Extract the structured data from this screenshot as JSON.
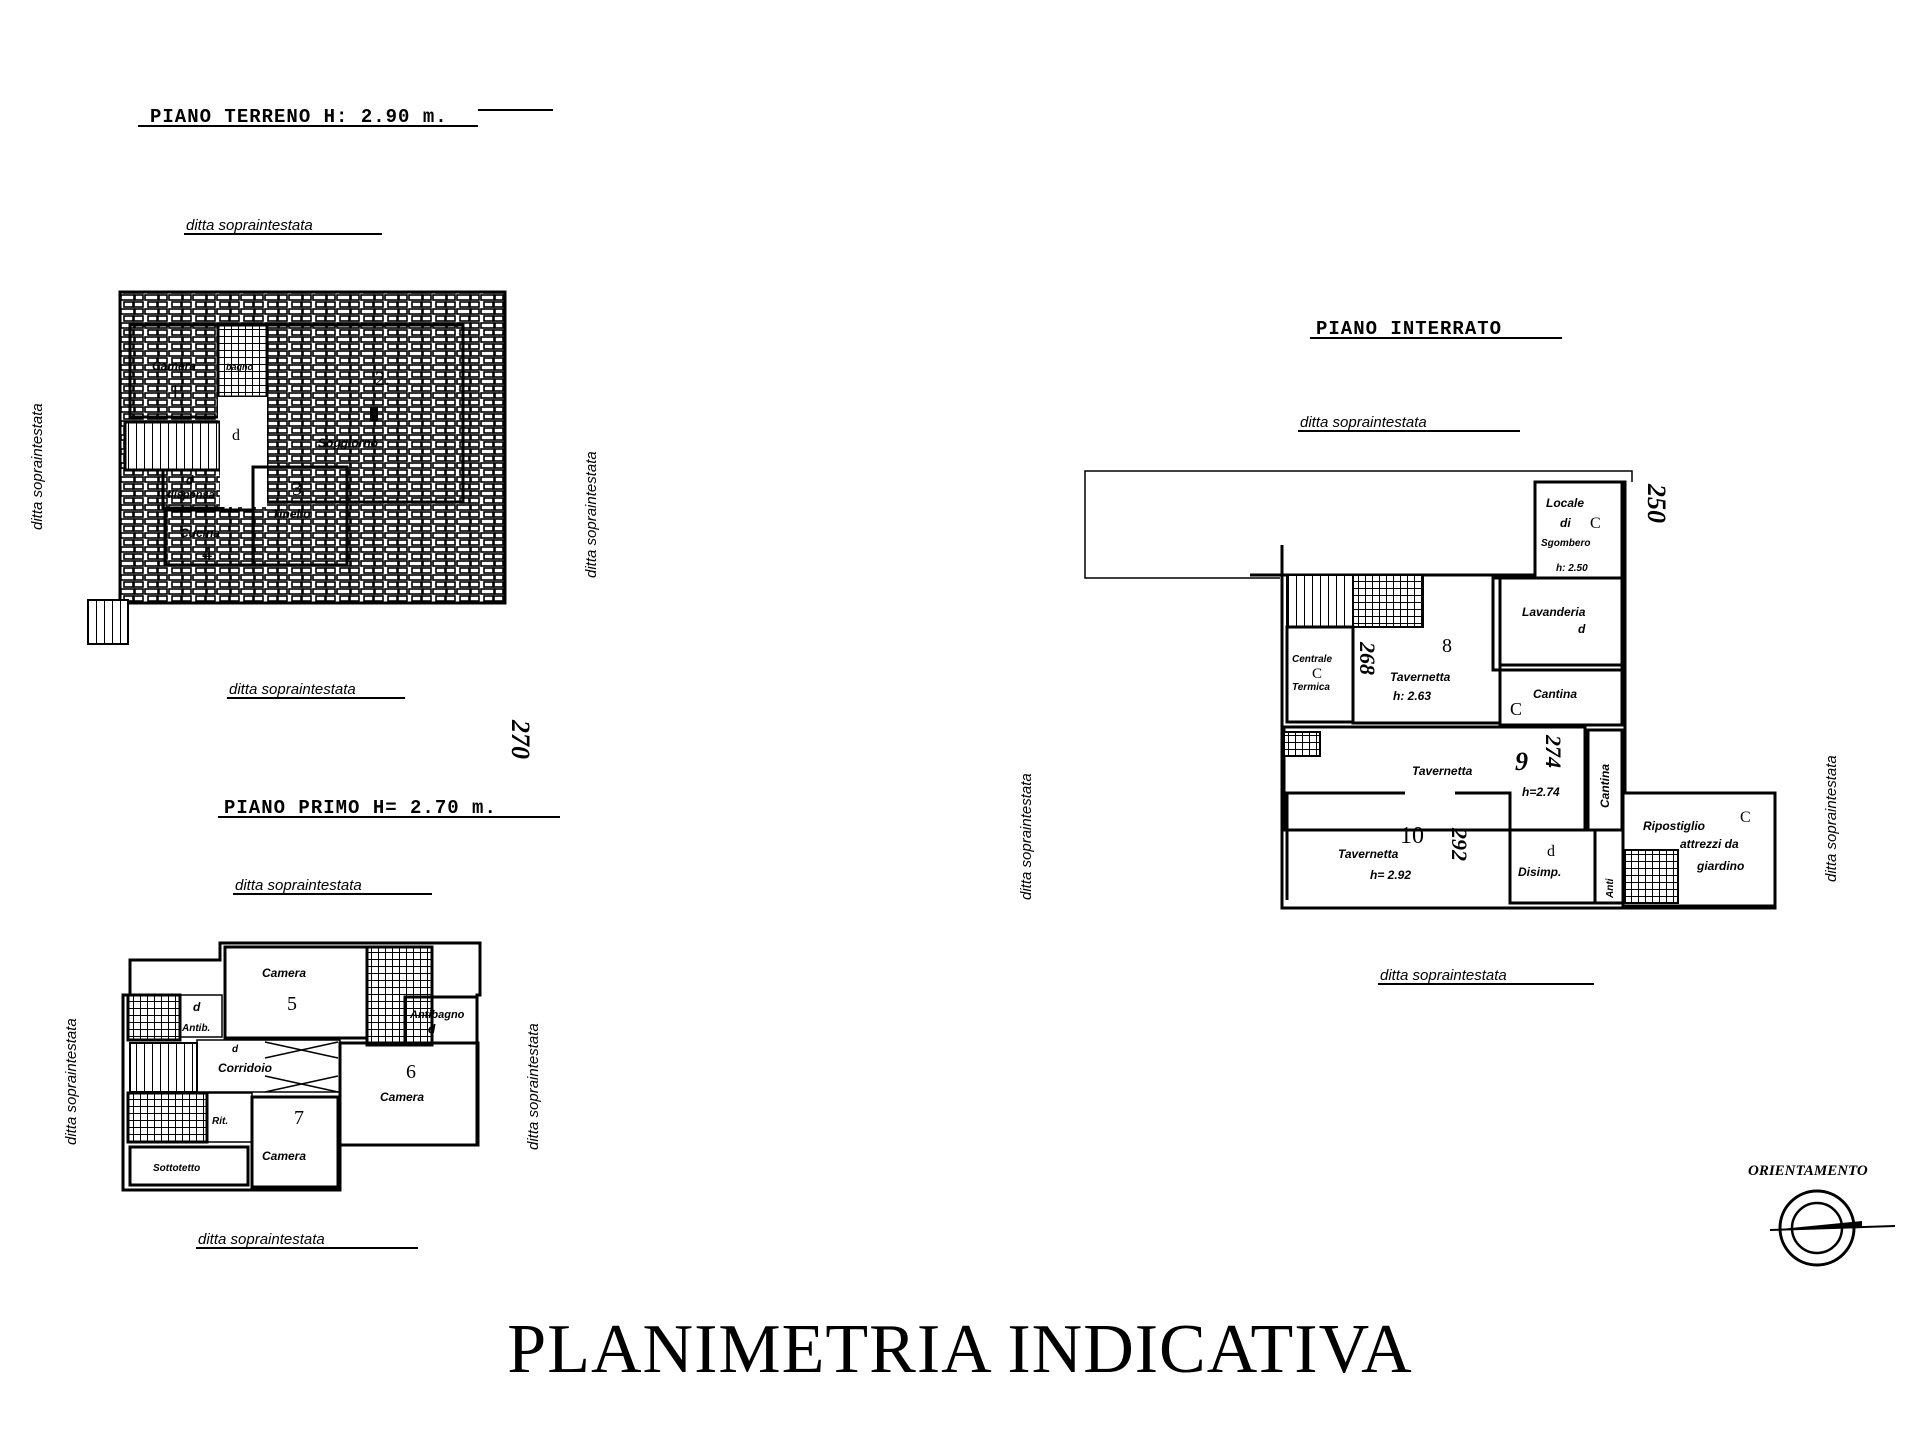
{
  "title": "PLANIMETRIA INDICATIVA",
  "orientation_label": "ORIENTAMENTO",
  "ground_floor": {
    "heading": "PIANO TERRENO H: 2.90 m.",
    "neighbor_label": "ditta sopraintestata",
    "sheet_number": "270",
    "rooms": {
      "camera": "Camera",
      "camera_num": "1",
      "bagno": "bagno",
      "soggiorno": "Soggiorno",
      "soggiorno_num": "2.",
      "d1": "d",
      "dispensa": "dispensa",
      "d2": "d",
      "tinello": "Tinello",
      "tinello_num": "3",
      "cucina": "Cucina",
      "cucina_num": "4"
    }
  },
  "first_floor": {
    "heading": "PIANO PRIMO H= 2.70 m.",
    "neighbor_label": "ditta sopraintestata",
    "rooms": {
      "camera5": "Camera",
      "camera5_num": "5",
      "antibagno_r": "Antibagno",
      "d_r": "d",
      "antibagno_l": "Antib.",
      "d_l": "d",
      "corridoio": "Corridoio",
      "d_c": "d",
      "camera6": "Camera",
      "camera6_num": "6",
      "camera7": "Camera",
      "camera7_num": "7",
      "rit": "Rit.",
      "sottotetto": "Sottotetto"
    }
  },
  "basement": {
    "heading": "PIANO INTERRATO",
    "neighbor_label": "ditta sopraintestata",
    "sheet_number": "250",
    "rooms": {
      "locale": "Locale",
      "di": "di",
      "sgombero": "Sgombero",
      "locale_code": "C",
      "locale_h": "h: 2.50",
      "lavanderia": "Lavanderia",
      "lavanderia_code": "d",
      "centrale": "Centrale",
      "centrale_code": "C",
      "termica": "Termica",
      "tav8": "Tavernetta",
      "tav8_num": "8",
      "tav8_h": "h: 2.63",
      "tav8_hand": "268",
      "cantina1": "Cantina",
      "cantina1_code": "C",
      "tav9": "Tavernetta",
      "tav9_num": "9",
      "tav9_h": "h=2.74",
      "tav9_hand": "274",
      "cantina2": "Cantina",
      "tav10": "Tavernetta",
      "tav10_num": "10",
      "tav10_h": "h= 2.92",
      "tav10_hand": "292",
      "disimp": "Disimp.",
      "disimp_code": "d",
      "anti": "Anti",
      "ripostiglio": "Ripostiglio",
      "attrezzi": "attrezzi da",
      "giardino": "giardino",
      "rip_code": "C"
    }
  }
}
